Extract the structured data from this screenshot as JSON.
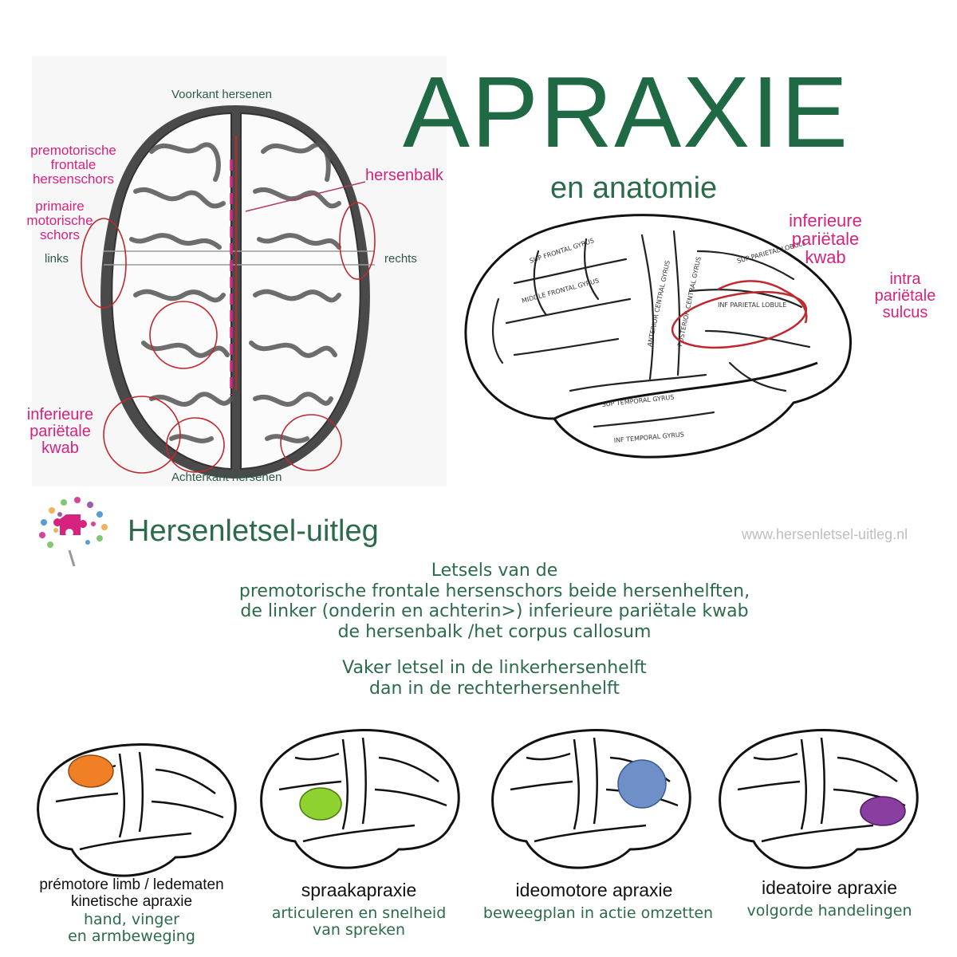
{
  "title": "APRAXIE",
  "subtitle": "en anatomie",
  "top_view": {
    "front_label": "Voorkant hersenen",
    "back_label": "Achterkant hersenen",
    "left_label": "links",
    "right_label": "rechts",
    "premotor_label": [
      "premotorische",
      "frontale",
      "hersenschors"
    ],
    "primary_motor_label": [
      "primaire",
      "motorische",
      "schors"
    ],
    "inferior_parietal_label": [
      "inferieure",
      "pariëtale",
      "kwab"
    ],
    "corpus_callosum_label": "hersenbalk"
  },
  "side_view": {
    "inferior_parietal_label": [
      "inferieure",
      "pariëtale",
      "kwab"
    ],
    "intraparietal_label": [
      "intra",
      "pariëtale",
      "sulcus"
    ],
    "gyrus_labels": [
      "SUP FRONTAL GYRUS",
      "MIDDLE FRONTAL GYRUS",
      "ANTERIOR CENTRAL GYRUS",
      "POSTERIOR CENTRAL GYRUS",
      "SUP PARIETAL LOBULE",
      "INF PARIETAL LOBULE",
      "SUP TEMPORAL GYRUS",
      "INF TEMPORAL GYRUS"
    ]
  },
  "brand": {
    "name": "Hersenletsel-uitleg",
    "url": "www.hersenletsel-uitleg.nl"
  },
  "description": {
    "lines": [
      "Letsels van de",
      "premotorische frontale hersenschors beide hersenhelften,",
      "de linker (onderin en achterin>) inferieure pariëtale kwab",
      "de hersenbalk /het corpus callosum"
    ],
    "note_lines": [
      "Vaker letsel in de linkerhersenhelft",
      "dan in de rechterhersenhelft"
    ]
  },
  "types": [
    {
      "title": [
        "prémotore limb / ledematen",
        "kinetische apraxie"
      ],
      "sub": [
        "hand, vinger",
        "en armbeweging"
      ],
      "color": "#f07f25"
    },
    {
      "title": [
        "spraakapraxie"
      ],
      "sub": [
        "articuleren en snelheid",
        "van spreken"
      ],
      "color": "#8fd12e"
    },
    {
      "title": [
        "ideomotore apraxie"
      ],
      "sub": [
        "beweegplan in actie omzetten"
      ],
      "color": "#6f8fc8"
    },
    {
      "title": [
        "ideatoire apraxie"
      ],
      "sub": [
        "volgorde handelingen"
      ],
      "color": "#8a3fa0"
    }
  ],
  "colors": {
    "accent_green": "#1f6a45",
    "label_pink": "#d6237f",
    "highlight_red": "#c0282f"
  }
}
